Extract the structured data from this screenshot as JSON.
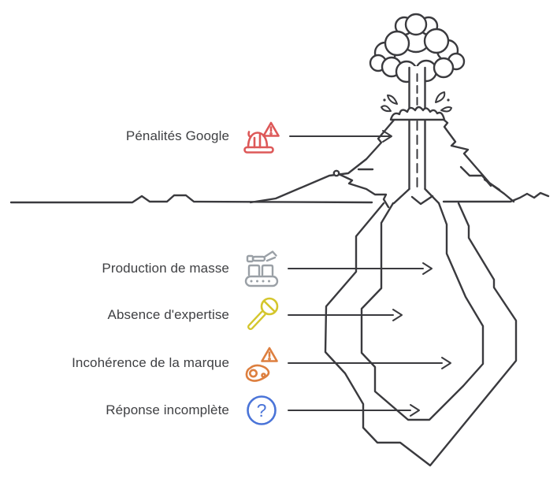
{
  "diagram": {
    "metaphor": "volcano-iceberg",
    "labels": [
      {
        "text": "Pénalités Google",
        "icon": "hard-hat-warning-icon",
        "color": "#dd5858",
        "points_to": "volcano-above-ground"
      },
      {
        "text": "Production de masse",
        "icon": "conveyor-robot-icon",
        "color": "#9aa0a6",
        "points_to": "underground-chamber"
      },
      {
        "text": "Absence d'expertise",
        "icon": "magnifier-prohibited-icon",
        "color": "#d4c62c",
        "points_to": "underground-chamber"
      },
      {
        "text": "Incohérence de la marque",
        "icon": "warning-track-link-icon",
        "color": "#dd7f3f",
        "points_to": "underground-chamber"
      },
      {
        "text": "Réponse incomplète",
        "icon": "question-circle-icon",
        "color": "#4a74d8",
        "points_to": "underground-chamber"
      }
    ],
    "question_glyph": "?",
    "illustration_elements": [
      "smoke-cloud",
      "eruption-column",
      "lava-splashes",
      "crater",
      "volcano-slopes",
      "ground-line",
      "outer-magma-chamber",
      "inner-magma-chamber",
      "pointer-arrows"
    ],
    "colors": {
      "background": "#ffffff",
      "line": "#3a3a3e",
      "text": "#3f4043",
      "penalty_red": "#dd5858",
      "production_gray": "#9aa0a6",
      "expertise_yellow": "#d4c62c",
      "brand_orange": "#dd7f3f",
      "question_blue": "#4a74d8"
    }
  }
}
